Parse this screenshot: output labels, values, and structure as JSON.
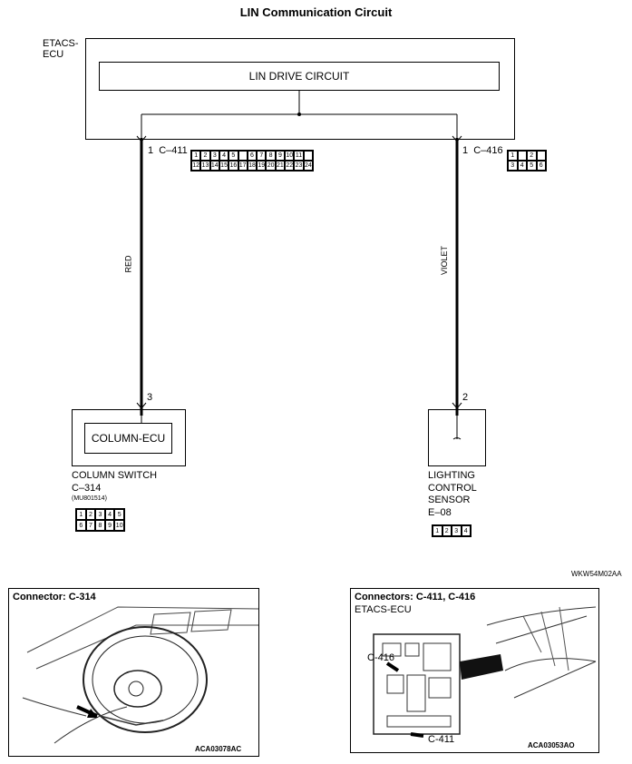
{
  "title": "LIN Communication Circuit",
  "etacs": {
    "label_line1": "ETACS-",
    "label_line2": "ECU",
    "inner": "LIN DRIVE CIRCUIT"
  },
  "left_wire": {
    "pin_top": "1",
    "connector": "C–411",
    "color": "RED",
    "pin_bottom": "3"
  },
  "right_wire": {
    "pin_top": "1",
    "connector": "C–416",
    "color": "VIOLET",
    "pin_bottom": "2"
  },
  "c411_pins_row1": [
    "1",
    "2",
    "3",
    "4",
    "5",
    "",
    "6",
    "7",
    "8",
    "9",
    "10",
    "11"
  ],
  "c411_pins_row2": [
    "12",
    "13",
    "14",
    "15",
    "16",
    "17",
    "18",
    "19",
    "20",
    "21",
    "22",
    "23",
    "24"
  ],
  "c416_pins_row1": [
    "1",
    "",
    "2"
  ],
  "c416_pins_row2": [
    "3",
    "4",
    "5",
    "6"
  ],
  "column": {
    "ecu": "COLUMN-ECU",
    "name": "COLUMN SWITCH",
    "connector": "C–314",
    "part": "(MU801514)",
    "pins_row1": [
      "1",
      "2",
      "3",
      "4",
      "5"
    ],
    "pins_row2": [
      "6",
      "7",
      "8",
      "9",
      "10"
    ]
  },
  "sensor": {
    "line1": "LIGHTING",
    "line2": "CONTROL",
    "line3": "SENSOR",
    "connector": "E–08",
    "pins": [
      "1",
      "2",
      "3",
      "4"
    ]
  },
  "diagram_code": "WKW54M02AA",
  "photo_left": {
    "title": "Connector: C-314",
    "code": "ACA03078AC"
  },
  "photo_right": {
    "title": "Connectors: C-411, C-416",
    "subtitle": "ETACS-ECU",
    "callout_top": "C-416",
    "callout_bottom": "C-411",
    "code": "ACA03053AO"
  }
}
